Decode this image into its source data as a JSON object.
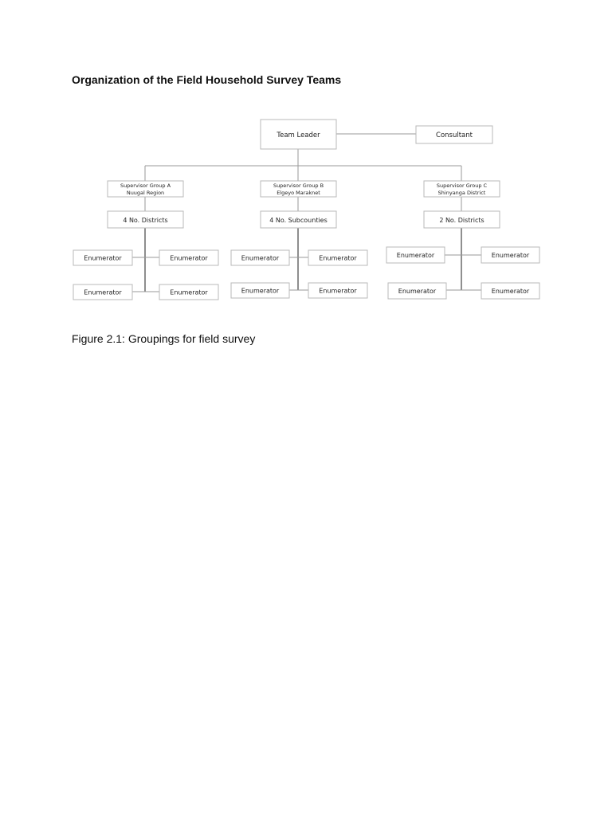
{
  "document": {
    "title": "Organization of the Field Household Survey Teams",
    "caption": "Figure 2.1: Groupings for field survey"
  },
  "org_chart": {
    "team_leader": "Team Leader",
    "consultant": "Consultant",
    "groups": [
      {
        "supervisor_line1": "Supervisor Group A",
        "supervisor_line2": "Nuugal Region",
        "unit": "4 No. Districts",
        "enumerators": [
          "Enumerator",
          "Enumerator",
          "Enumerator",
          "Enumerator"
        ]
      },
      {
        "supervisor_line1": "Supervisor Group B",
        "supervisor_line2": "Elgeyo Maraknet",
        "unit": "4 No. Subcounties",
        "enumerators": [
          "Enumerator",
          "Enumerator",
          "Enumerator",
          "Enumerator"
        ]
      },
      {
        "supervisor_line1": "Supervisor Group C",
        "supervisor_line2": "Shinyanga District",
        "unit": "2 No. Districts",
        "enumerators": [
          "Enumerator",
          "Enumerator",
          "Enumerator",
          "Enumerator"
        ]
      }
    ]
  }
}
